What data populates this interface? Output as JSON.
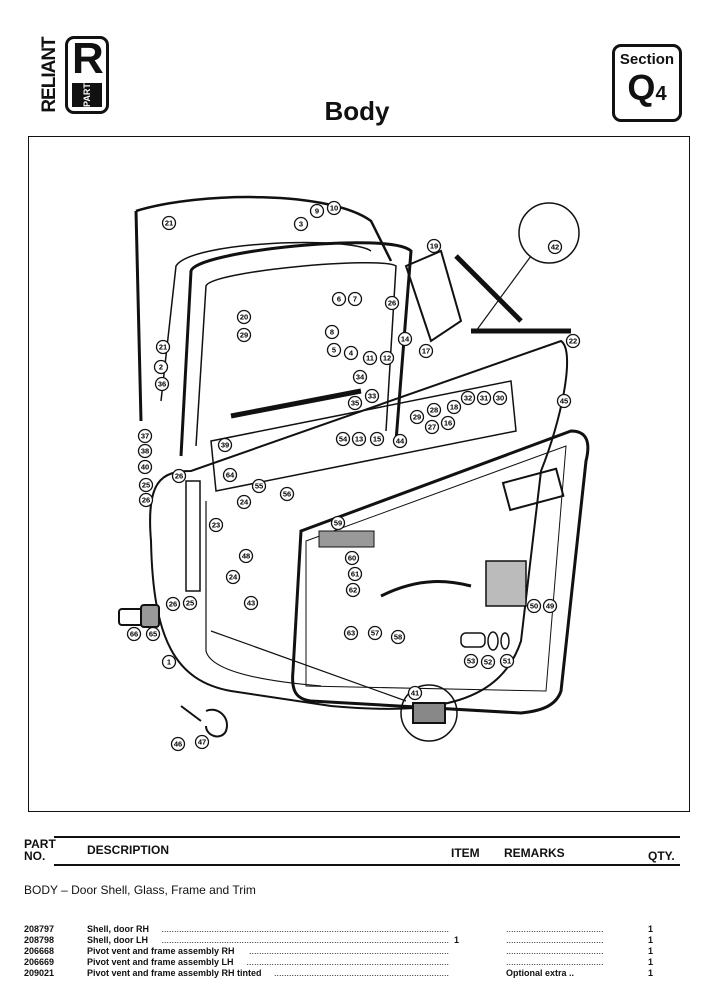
{
  "header": {
    "logo_text": "RELIANT",
    "logo_letter": "R",
    "logo_sub": "PART",
    "title": "Body",
    "section_label": "Section",
    "section_code": "Q",
    "section_num": "4"
  },
  "diagram": {
    "callouts": [
      "21",
      "9",
      "10",
      "3",
      "19",
      "42",
      "20",
      "29",
      "6",
      "7",
      "8",
      "5",
      "4",
      "11",
      "12",
      "14",
      "26",
      "22",
      "21",
      "2",
      "34",
      "17",
      "36",
      "35",
      "33",
      "32",
      "31",
      "30",
      "18",
      "28",
      "16",
      "29",
      "27",
      "45",
      "37",
      "38",
      "39",
      "54",
      "13",
      "15",
      "44",
      "40",
      "26",
      "25",
      "55",
      "64",
      "56",
      "24",
      "26",
      "23",
      "59",
      "48",
      "60",
      "61",
      "62",
      "24",
      "43",
      "50",
      "49",
      "26",
      "25",
      "66",
      "65",
      "63",
      "57",
      "58",
      "53",
      "52",
      "51",
      "1",
      "41",
      "46",
      "47"
    ]
  },
  "table": {
    "headers": {
      "part_no": "PART NO.",
      "description": "DESCRIPTION",
      "item": "ITEM",
      "remarks": "REMARKS",
      "qty": "QTY."
    },
    "group_title": "BODY – Door Shell, Glass, Frame and Trim",
    "rows": [
      {
        "part_no": "208797",
        "description": "Shell, door RH",
        "item": "",
        "remarks": "",
        "qty": "1"
      },
      {
        "part_no": "208798",
        "description": "Shell, door LH",
        "item": "1",
        "remarks": "",
        "qty": "1"
      },
      {
        "part_no": "206668",
        "description": "Pivot vent and frame assembly RH",
        "item": "",
        "remarks": "",
        "qty": "1"
      },
      {
        "part_no": "206669",
        "description": "Pivot vent and frame assembly LH",
        "item": "",
        "remarks": "",
        "qty": "1"
      },
      {
        "part_no": "209021",
        "description": "Pivot vent and frame assembly RH tinted",
        "item": "",
        "remarks": "Optional extra ..",
        "qty": "1"
      }
    ]
  }
}
